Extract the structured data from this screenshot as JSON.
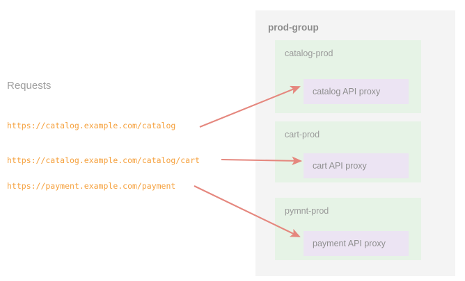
{
  "requests": {
    "heading": "Requests",
    "urls": [
      "https://catalog.example.com/catalog",
      "https://catalog.example.com/catalog/cart",
      "https://payment.example.com/payment"
    ]
  },
  "prod_group": {
    "title": "prod-group",
    "environments": [
      {
        "label": "catalog-prod",
        "proxy": "catalog API proxy"
      },
      {
        "label": "cart-prod",
        "proxy": "cart API proxy"
      },
      {
        "label": "pymnt-prod",
        "proxy": "payment API proxy"
      }
    ]
  },
  "colors": {
    "background": "#ffffff",
    "group_panel": "#f4f4f4",
    "env_panel": "#e6f3e6",
    "proxy_panel": "#ece4f3",
    "url_text": "#f5a03c",
    "label_text": "#9a9a9a",
    "title_text": "#8c8c8c",
    "arrow": "#e5877e"
  },
  "arrows": [
    {
      "name": "arrow-catalog",
      "from_request": 0,
      "to_environment": 0
    },
    {
      "name": "arrow-cart",
      "from_request": 1,
      "to_environment": 1
    },
    {
      "name": "arrow-payment",
      "from_request": 2,
      "to_environment": 2
    }
  ]
}
